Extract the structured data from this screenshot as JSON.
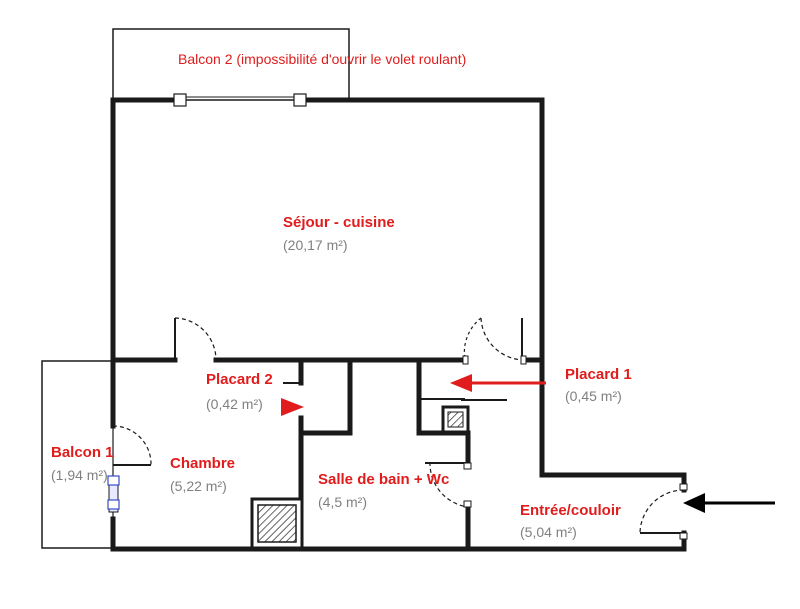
{
  "rooms": {
    "sejour": {
      "name": "Séjour - cuisine",
      "area": "(20,17 m²)"
    },
    "chambre": {
      "name": "Chambre",
      "area": "(5,22 m²)"
    },
    "placard2": {
      "name": "Placard 2",
      "area": "(0,42 m²)"
    },
    "placard1": {
      "name": "Placard 1",
      "area": "(0,45 m²)"
    },
    "sdb": {
      "name": "Salle de bain + Wc",
      "area": "(4,5 m²)"
    },
    "balcon1": {
      "name": "Balcon 1",
      "area": "(1,94 m²)"
    },
    "entree": {
      "name": "Entrée/couloir",
      "area": "(5,04 m²)"
    }
  },
  "balcon2_note": "Balcon 2 (impossibilité d'ouvrir le volet roulant)",
  "colors": {
    "label": "#e01c1c",
    "area": "#808080",
    "wall": "#1a1a1a",
    "arrow_red": "#e01c1c",
    "arrow_black": "#000000"
  }
}
